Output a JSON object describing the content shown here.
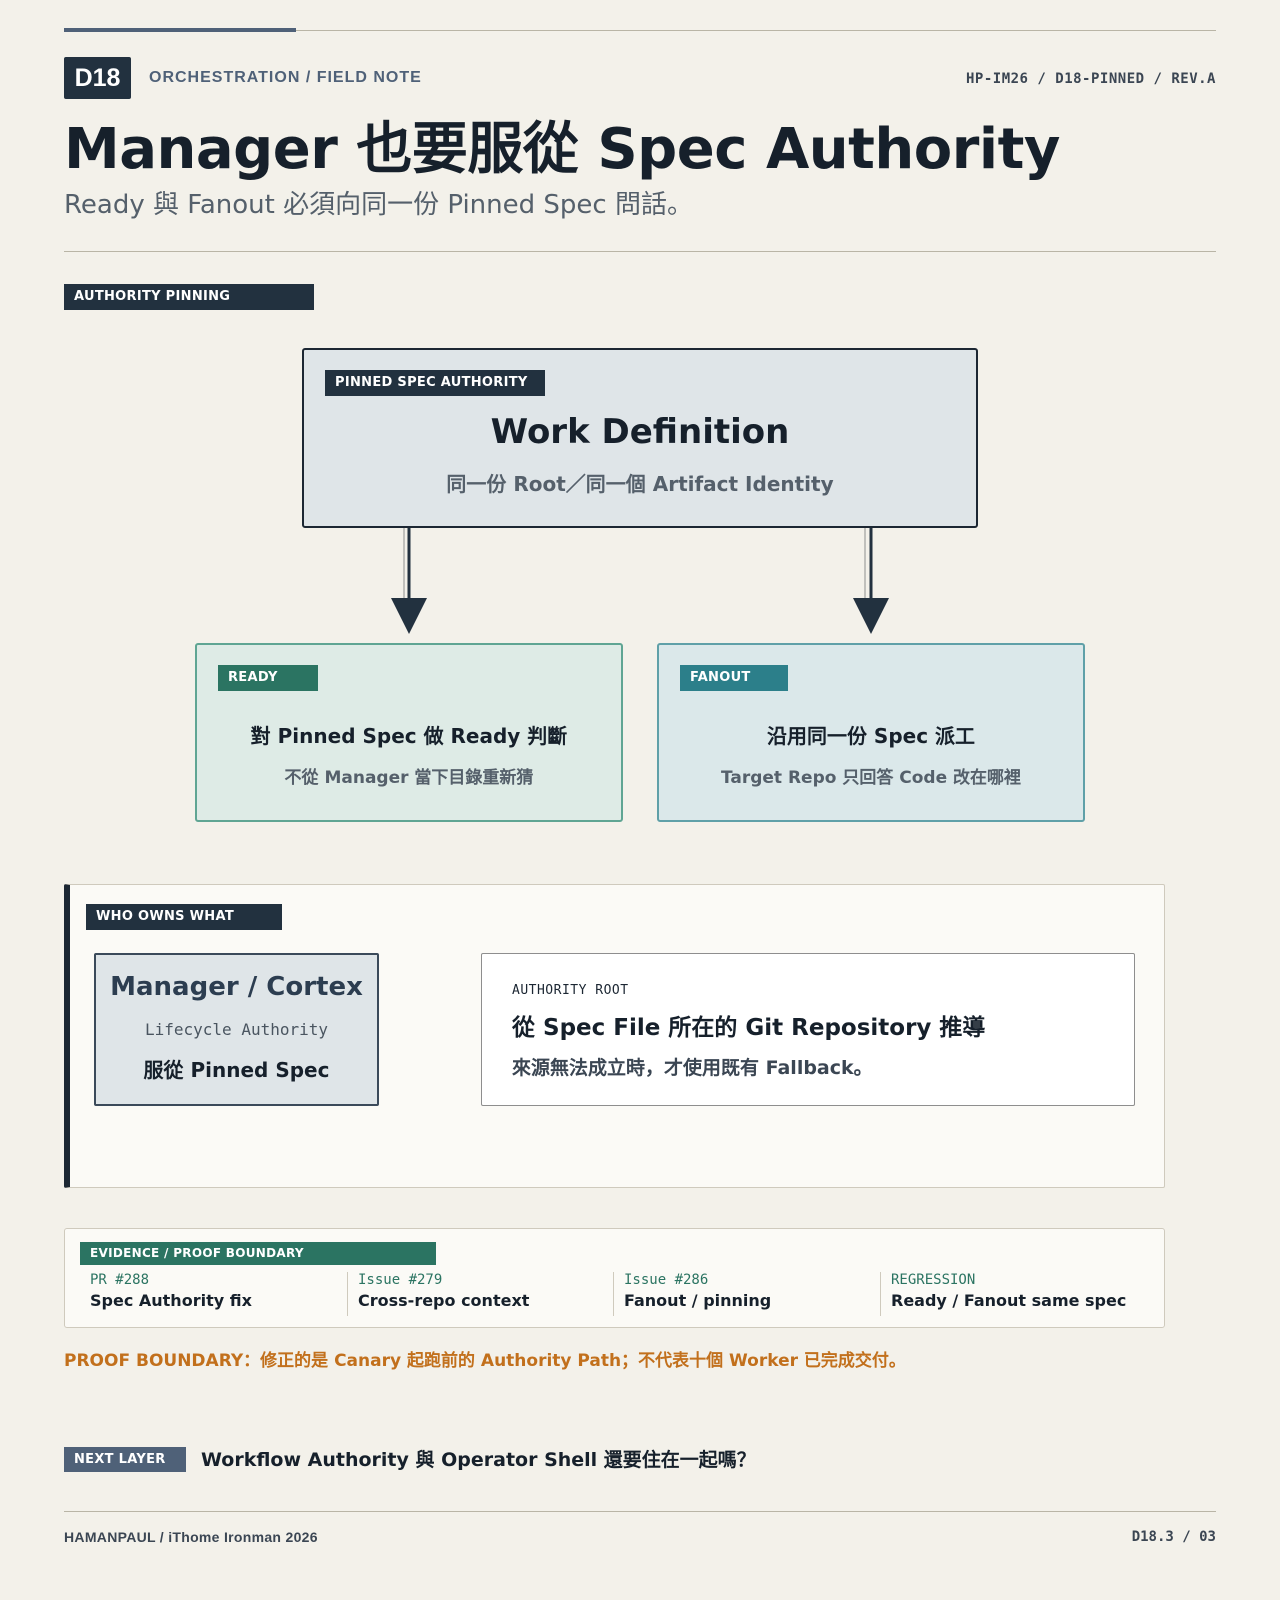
{
  "header": {
    "badge": "D18",
    "kicker": "ORCHESTRATION / FIELD NOTE",
    "doc_ref": "HP-IM26 / D18-PINNED / REV.A",
    "title": "Manager 也要服從 Spec Authority",
    "subtitle": "Ready 與 Fanout 必須向同一份 Pinned Spec 問話。"
  },
  "authority_pinning": {
    "section_tag": "AUTHORITY PINNING",
    "work_definition": {
      "tag": "PINNED SPEC AUTHORITY",
      "title": "Work Definition",
      "subtitle": "同一份 Root／同一個 Artifact Identity"
    },
    "ready": {
      "tag": "READY",
      "title": "對 Pinned Spec 做 Ready 判斷",
      "subtitle": "不從 Manager 當下目錄重新猜"
    },
    "fanout": {
      "tag": "FANOUT",
      "title": "沿用同一份 Spec 派工",
      "subtitle": "Target Repo 只回答 Code 改在哪裡"
    }
  },
  "who_owns_what": {
    "section_tag": "WHO OWNS WHAT",
    "manager": {
      "title": "Manager / Cortex",
      "role": "Lifecycle Authority",
      "rule": "服從 Pinned Spec"
    },
    "root": {
      "label": "AUTHORITY ROOT",
      "title": "從 Spec File 所在的 Git Repository 推導",
      "subtitle": "來源無法成立時，才使用既有 Fallback。"
    }
  },
  "evidence": {
    "section_tag": "EVIDENCE / PROOF BOUNDARY",
    "items": [
      {
        "key": "PR #288",
        "value": "Spec Authority fix"
      },
      {
        "key": "Issue #279",
        "value": "Cross-repo context"
      },
      {
        "key": "Issue #286",
        "value": "Fanout / pinning"
      },
      {
        "key": "REGRESSION",
        "value": "Ready / Fanout same spec"
      }
    ],
    "proof_boundary": "PROOF BOUNDARY：修正的是 Canary 起跑前的 Authority Path；不代表十個 Worker 已完成交付。"
  },
  "next_layer": {
    "tag": "NEXT LAYER",
    "text": "Workflow Authority 與 Operator Shell 還要住在一起嗎？"
  },
  "footer": {
    "left": "HAMANPAUL / iThome Ironman 2026",
    "right": "D18.3 / 03"
  },
  "colors": {
    "ink": "#1c2733",
    "green": "#2b7462",
    "teal": "#2c7f8a",
    "slate": "#4f6178",
    "proof_orange": "#c2701c"
  }
}
